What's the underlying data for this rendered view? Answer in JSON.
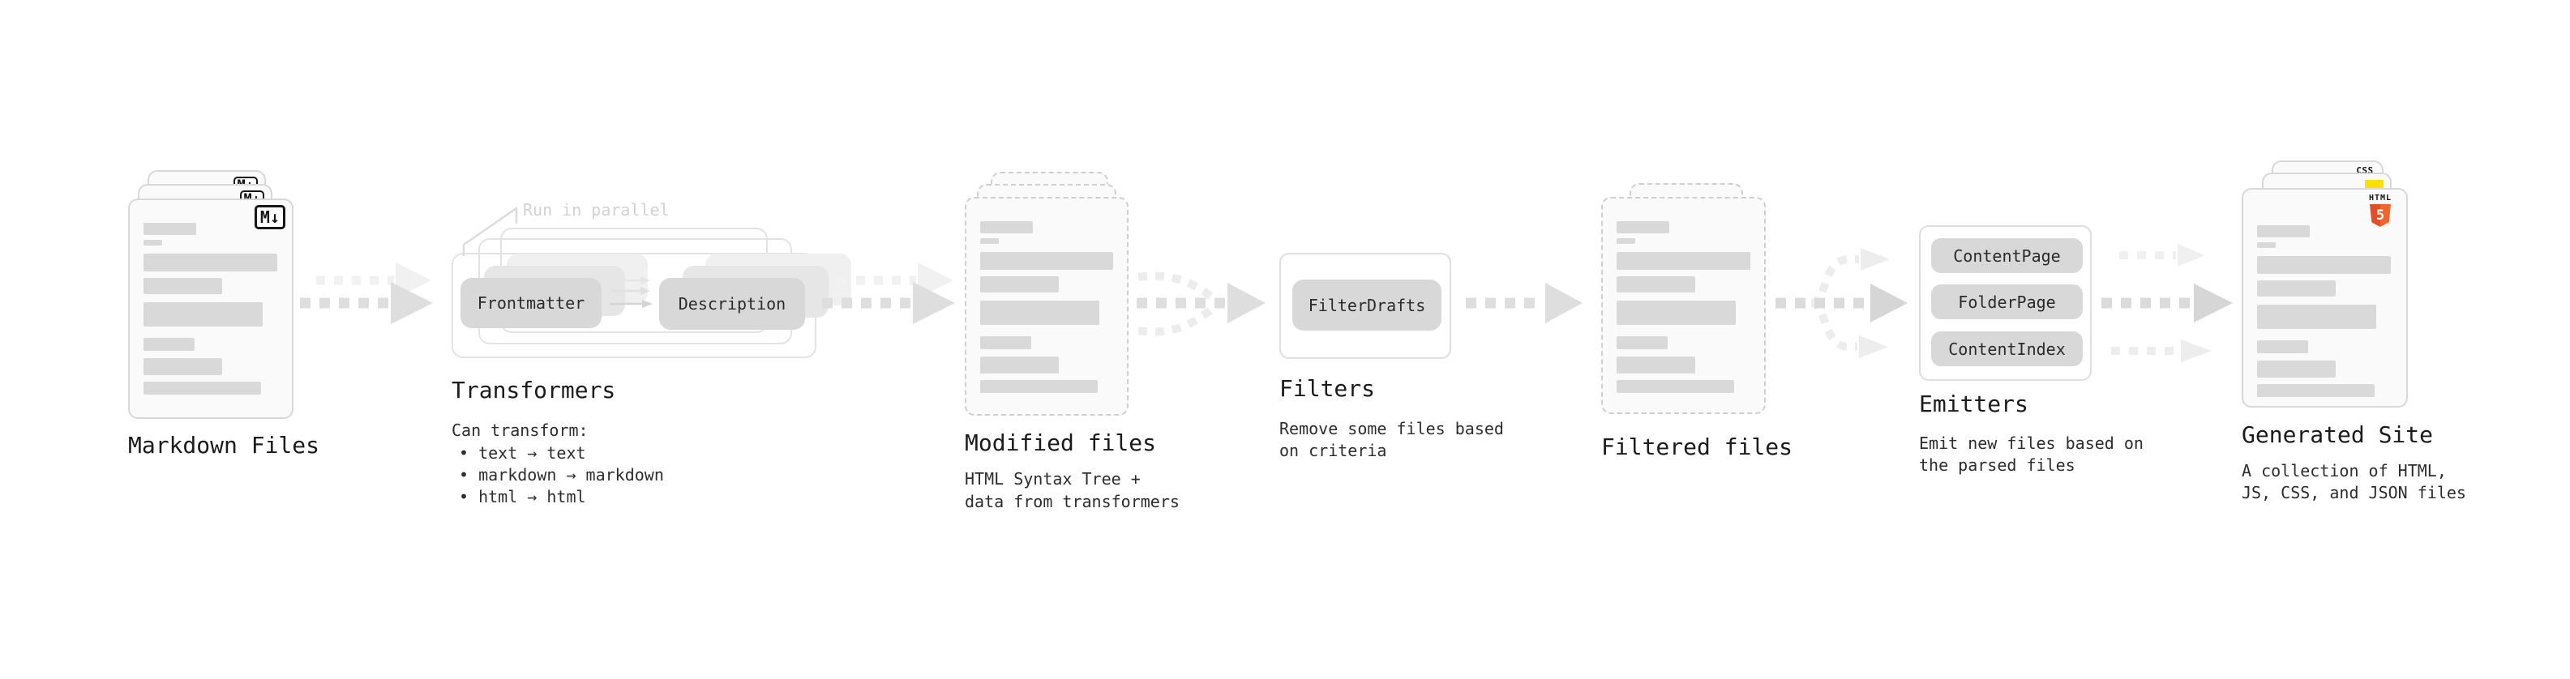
{
  "markdown_files": {
    "label": "Markdown Files",
    "badge": "M↓"
  },
  "transformers": {
    "annotation": "Run in parallel",
    "node_left": "Frontmatter",
    "node_right": "Description",
    "heading": "Transformers",
    "intro": "Can transform:",
    "bullets": [
      "• text → text",
      "• markdown → markdown",
      "• html → html"
    ]
  },
  "modified_files": {
    "heading": "Modified files",
    "description": [
      "HTML Syntax Tree +",
      "data from transformers"
    ]
  },
  "filters": {
    "heading": "Filters",
    "node": "FilterDrafts",
    "description": [
      "Remove some files based",
      "on criteria"
    ]
  },
  "filtered_files": {
    "heading": "Filtered files"
  },
  "emitters": {
    "heading": "Emitters",
    "nodes": [
      "ContentPage",
      "FolderPage",
      "ContentIndex"
    ],
    "description": [
      "Emit new files based on",
      "the parsed files"
    ]
  },
  "generated_site": {
    "heading": "Generated Site",
    "badge_css": "CSS",
    "badge_html_label": "HTML",
    "badge_html_number": "5",
    "description": [
      "A collection of HTML,",
      "JS, CSS, and JSON files"
    ]
  },
  "colors": {
    "html5_orange": "#e44d26",
    "js_yellow": "#ffdf00",
    "css_blue": "#2962ff",
    "bar_gray": "#d9d9d9",
    "arrow_gray": "#dedede",
    "arrow_faint": "#f0f0f0"
  }
}
